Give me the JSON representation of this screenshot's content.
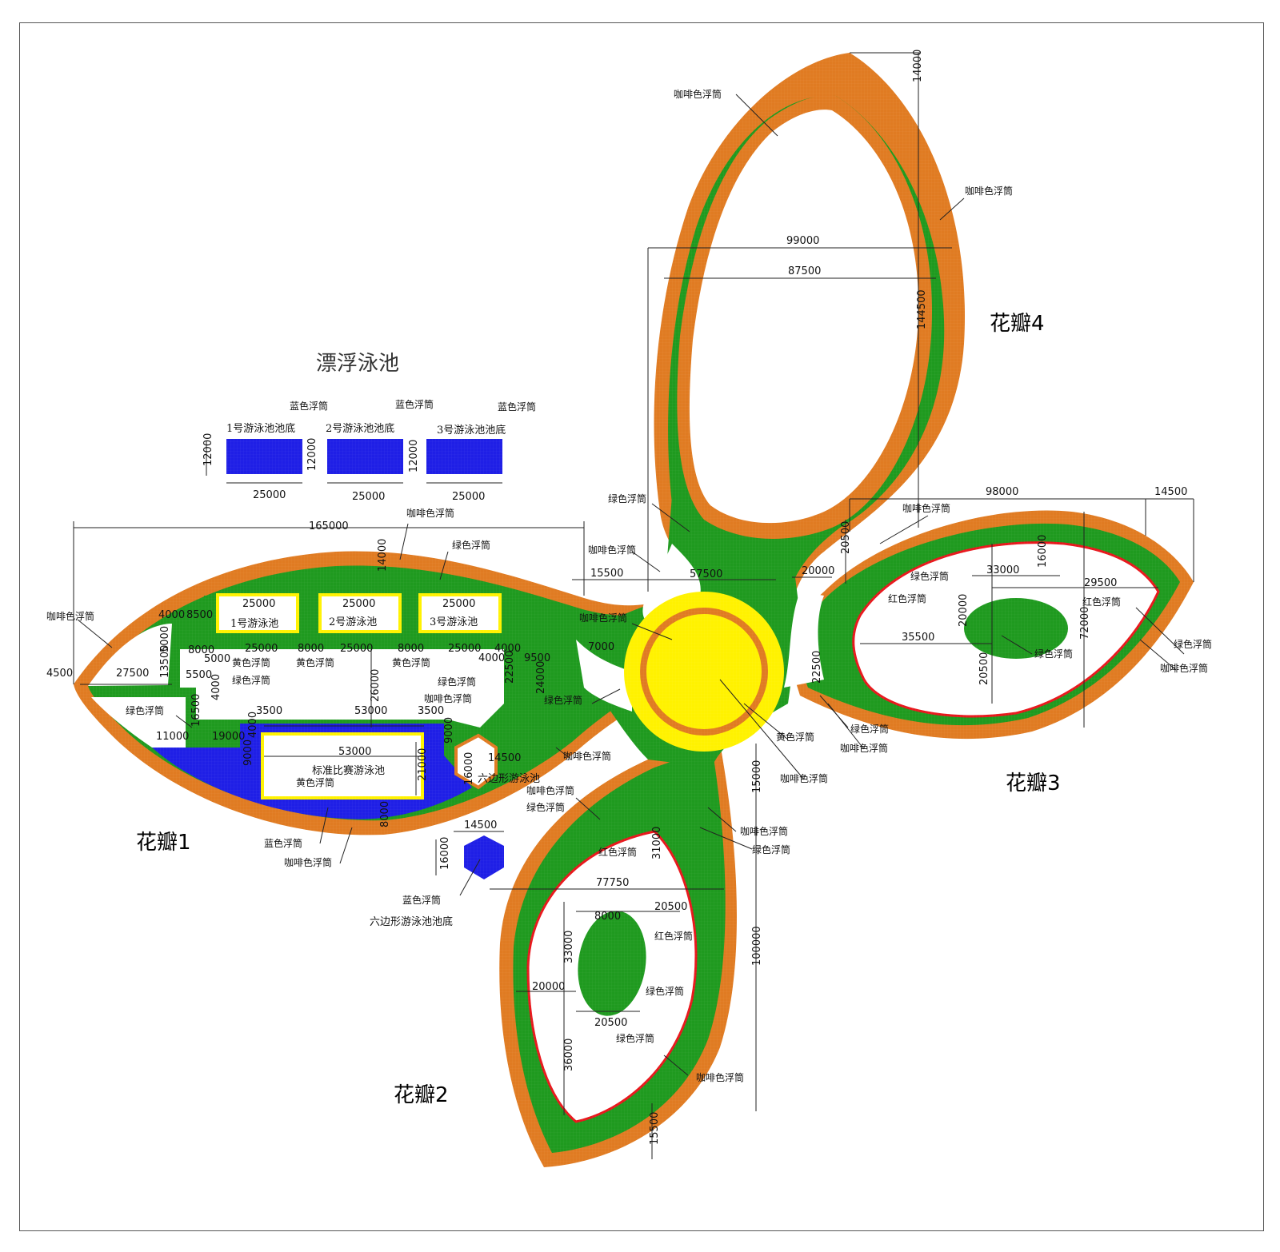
{
  "title_pool": "漂浮泳池",
  "petals": {
    "p1": "花瓣1",
    "p2": "花瓣2",
    "p3": "花瓣3",
    "p4": "花瓣4"
  },
  "legend": {
    "brown": "咖啡色浮筒",
    "green": "绿色浮筒",
    "blue": "蓝色浮筒",
    "yellow": "黄色浮筒",
    "red": "红色浮筒"
  },
  "pools": {
    "p1_bottom": "1号游泳池池底",
    "p2_bottom": "2号游泳池池底",
    "p3_bottom": "3号游泳池池底",
    "p1": "1号游泳池",
    "p2": "2号游泳池",
    "p3": "3号游泳池",
    "standard": "标准比赛游泳池",
    "hex": "六边形游泳池",
    "hex_bottom": "六边形游泳池池底"
  },
  "dims": {
    "d12000": "12000",
    "d25000": "25000",
    "d165000": "165000",
    "d99000": "99000",
    "d87500": "87500",
    "d144500": "144500",
    "d14000": "14000",
    "d98000": "98000",
    "d14500": "14500",
    "d20500": "20500",
    "d20000": "20000",
    "d33000": "33000",
    "d16000": "16000",
    "d29500": "29500",
    "d35500": "35500",
    "d72000": "72000",
    "d15500": "15500",
    "d57500": "57500",
    "d4500": "4500",
    "d27500": "27500",
    "d4000": "4000",
    "d8500": "8500",
    "d8000": "8000",
    "d5000": "5000",
    "d13500": "13500",
    "d5500": "5500",
    "d16500": "16500",
    "d11000": "11000",
    "d19000": "19000",
    "d3500": "3500",
    "d53000": "53000",
    "d26000": "26000",
    "d21000": "21000",
    "d9000": "9000",
    "d22500": "22500",
    "d24000": "24000",
    "d9500": "9500",
    "d7000": "7000",
    "d15000": "15000",
    "d77750": "77750",
    "d31000": "31000",
    "d36000": "36000",
    "d100000": "100000",
    "d8000b": "8000"
  },
  "colors": {
    "brown": "#e07b22",
    "green": "#1f9a1f",
    "blue": "#1f1fe6",
    "yellow": "#fff200",
    "red": "#e8171c"
  }
}
